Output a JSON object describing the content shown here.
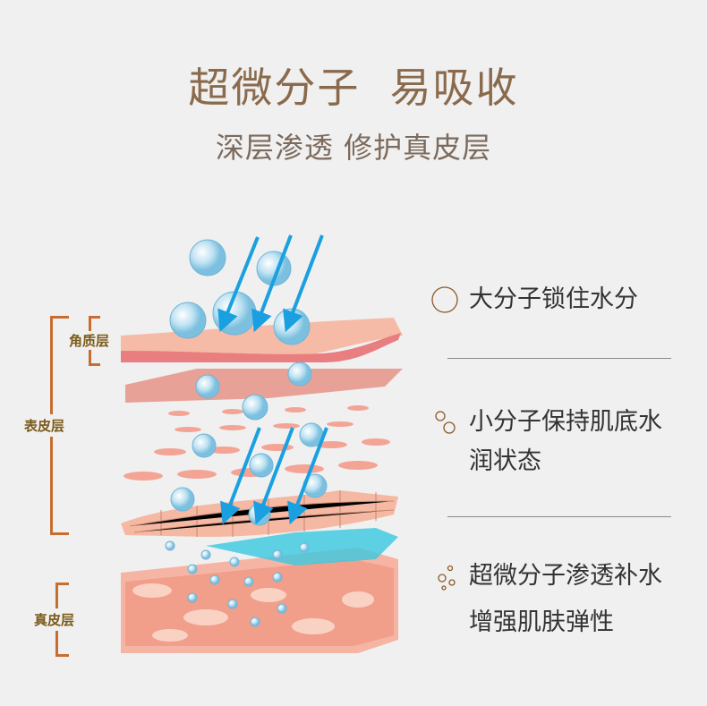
{
  "header": {
    "title": "超微分子  易吸收",
    "subtitle": "深层渗透 修护真皮层"
  },
  "layers": {
    "corneum": "角质层",
    "epidermis": "表皮层",
    "dermis": "真皮层"
  },
  "features": [
    {
      "icon": "single-circle-icon",
      "line1": "大分子锁住水分",
      "line2": ""
    },
    {
      "icon": "double-circle-icon",
      "line1": "小分子保持肌底水",
      "line2": "润状态"
    },
    {
      "icon": "multi-circle-icon",
      "line1": "超微分子渗透补水",
      "line2": "增强肌肤弹性"
    }
  ],
  "colors": {
    "title": "#8a6a4c",
    "accent": "#c86c30",
    "label": "#7a5a18",
    "arrow": "#1aa0e0",
    "skin": "#f4b0a0"
  }
}
